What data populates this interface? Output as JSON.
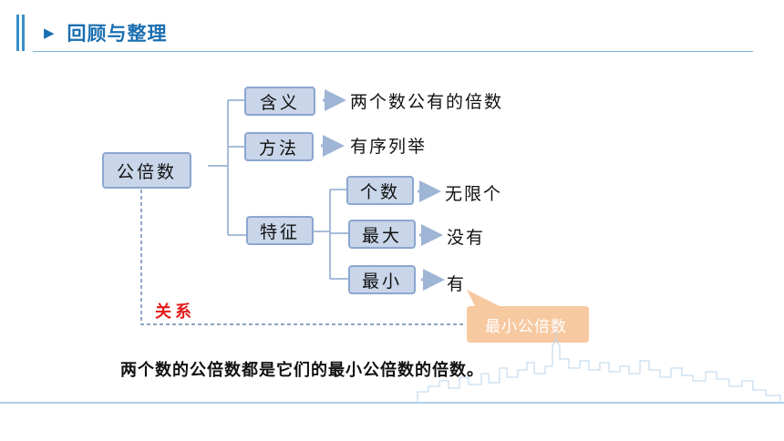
{
  "header": {
    "title": "回顾与整理",
    "chevron": "▶"
  },
  "diagram": {
    "root": "公倍数",
    "branches": {
      "meaning": {
        "label": "含义",
        "detail": "两个数公有的倍数"
      },
      "method": {
        "label": "方法",
        "detail": "有序列举"
      },
      "feature": {
        "label": "特征",
        "items": [
          {
            "label": "个数",
            "detail": "无限个"
          },
          {
            "label": "最大",
            "detail": "没有"
          },
          {
            "label": "最小",
            "detail": "有"
          }
        ]
      }
    },
    "relation_label": "关系",
    "callout": "最小公倍数",
    "conclusion": "两个数的公倍数都是它们的最小公倍数的倍数。"
  },
  "colors": {
    "accent": "#1a6fb0",
    "box_fill": "#c9d5e8",
    "box_border": "#8ba7cf",
    "arrow": "#9fb5d6",
    "relation": "#e21b1b",
    "callout": "#f7c9a1",
    "skyline": "#b8d6ec"
  }
}
